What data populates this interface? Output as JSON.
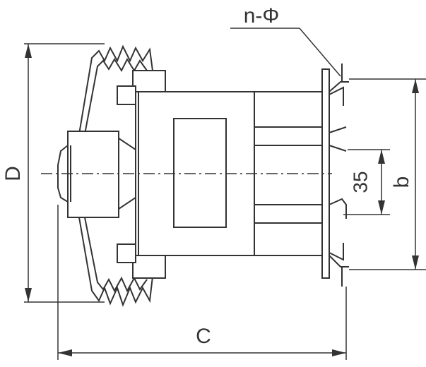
{
  "diagram": {
    "labels": {
      "hole_callout": "n-Φ",
      "dim_D": "D",
      "dim_C": "C",
      "dim_b": "b",
      "dim_35": "35"
    },
    "line_color": "#333333",
    "background": "#ffffff"
  }
}
